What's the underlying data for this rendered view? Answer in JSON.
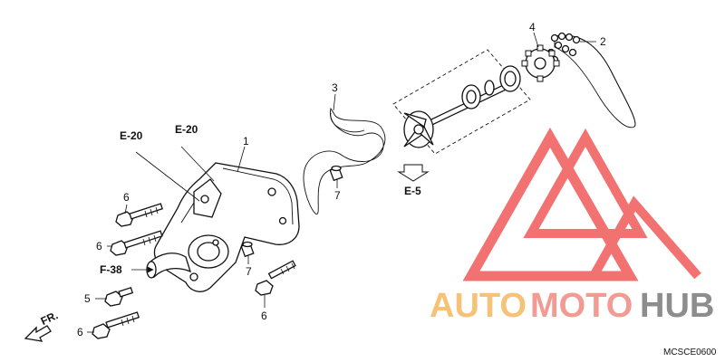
{
  "callouts": {
    "c1": "1",
    "c2": "2",
    "c3": "3",
    "c4": "4",
    "c5": "5",
    "c6a": "6",
    "c6b": "6",
    "c6c": "6",
    "c6d": "6",
    "c7a": "7",
    "c7b": "7"
  },
  "references": {
    "e20_left": "E-20",
    "e20_right": "E-20",
    "f38": "F-38",
    "e5": "E-5"
  },
  "direction": {
    "fr": "FR."
  },
  "watermark": {
    "brand_auto": "AUTO",
    "brand_moto": "MOTO",
    "brand_hub": "HUB",
    "color_triangle": "#f05a5a",
    "color_auto": "#f5b860",
    "color_moto": "#f08a80",
    "color_hub": "#7a7a7a"
  },
  "diagram_code": "MCSCE0600"
}
